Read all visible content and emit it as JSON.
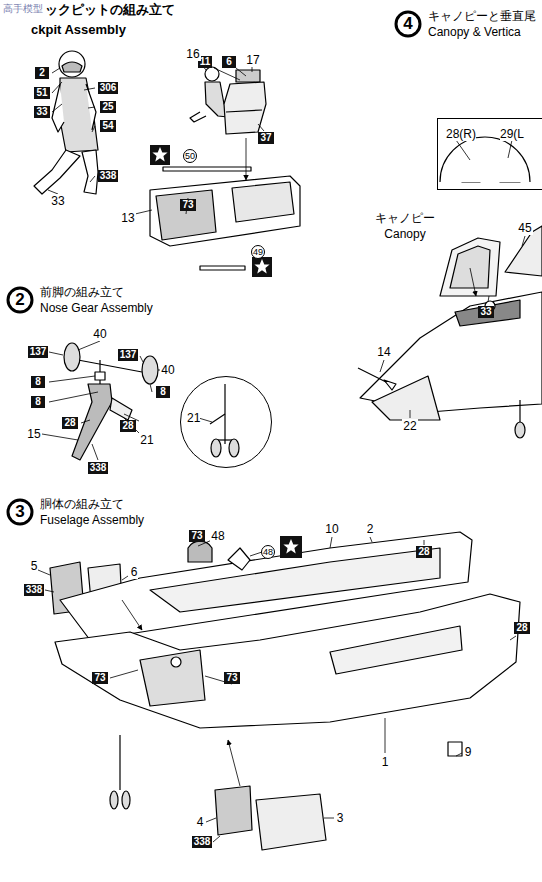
{
  "diagram": {
    "nodes": [
      {
        "text": [
          "2"
        ]
      },
      {
        "text": [
          "51"
        ]
      },
      {
        "text": [
          "33"
        ]
      },
      {
        "text": [
          "306"
        ]
      },
      {
        "text": [
          "25"
        ]
      },
      {
        "text": [
          "54"
        ]
      },
      {
        "text": [
          "338"
        ]
      },
      {
        "text": [
          "11"
        ]
      },
      {
        "text": [
          "6"
        ]
      },
      {
        "text": [
          "37"
        ]
      },
      {
        "text": [
          "50"
        ]
      },
      {
        "text": [
          "73"
        ]
      },
      {
        "text": [
          "49"
        ]
      },
      {
        "text": [
          "4",
          "キャノピーと垂直尾",
          "Canopy & Vertica"
        ]
      },
      {
        "text": [
          "28(R)",
          "29(L"
        ]
      },
      {
        "text": [
          "33"
        ]
      },
      {
        "text": [
          "2",
          "前脚の組み立て",
          "Nose Gear Assembly"
        ]
      },
      {
        "text": [
          "137"
        ]
      },
      {
        "text": [
          "8"
        ]
      },
      {
        "text": [
          "8"
        ]
      },
      {
        "text": [
          "137"
        ]
      },
      {
        "text": [
          "8"
        ]
      },
      {
        "text": [
          "28"
        ]
      },
      {
        "text": [
          "28"
        ]
      },
      {
        "text": [
          "338"
        ]
      },
      {
        "text": [
          "21"
        ]
      },
      {
        "text": [
          "3",
          "胴体の組み立て",
          "Fuselage Assembly"
        ]
      },
      {
        "text": [
          "338"
        ]
      },
      {
        "text": [
          "73"
        ]
      },
      {
        "text": [
          "48"
        ]
      },
      {
        "text": [
          "28"
        ]
      },
      {
        "text": [
          "28"
        ]
      },
      {
        "text": [
          "73"
        ]
      },
      {
        "text": [
          "73"
        ]
      },
      {
        "text": [
          "338"
        ]
      }
    ],
    "labels": [
      "高手模型",
      "ックピットの組み立て",
      "ckpit Assembly",
      "16",
      "17",
      "33",
      "13",
      "40",
      "40",
      "21",
      "15",
      "5",
      "6",
      "48",
      "10",
      "2",
      "1",
      "9",
      "4",
      "3",
      "キャノピー",
      "Canopy",
      "45",
      "14",
      "22"
    ]
  }
}
